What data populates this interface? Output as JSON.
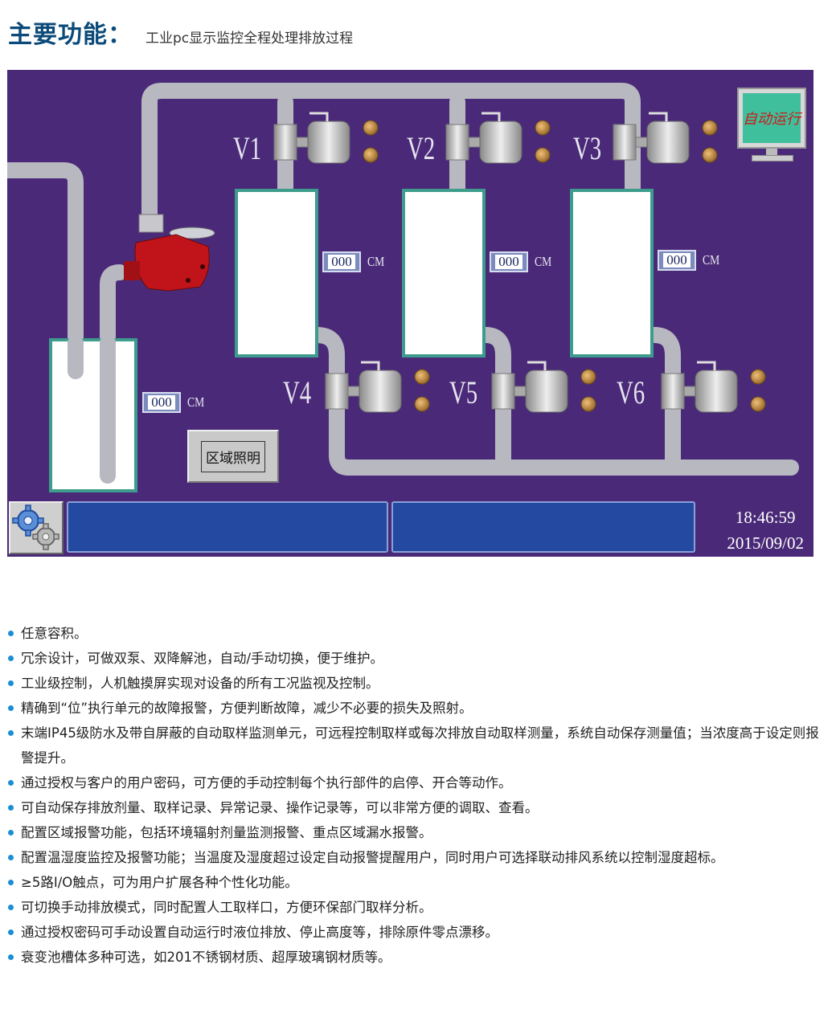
{
  "header": {
    "title": "主要功能：",
    "subtitle": "工业pc显示监控全程处理排放过程"
  },
  "scada": {
    "valves": [
      "V1",
      "V2",
      "V3",
      "V4",
      "V5",
      "V6"
    ],
    "readouts": [
      {
        "value": "000",
        "unit": "CM"
      },
      {
        "value": "000",
        "unit": "CM"
      },
      {
        "value": "000",
        "unit": "CM"
      },
      {
        "value": "000",
        "unit": "CM"
      }
    ],
    "monitor_label": "自动运行",
    "lighting_button": "区域照明",
    "time": "18:46:59",
    "date": "2015/09/02",
    "icons": [
      "gear-icon"
    ],
    "colors": {
      "background": "#4a2a78",
      "tank_border": "#3d9c8c",
      "status_panel": "#2349a0",
      "pump": "#c0141a"
    }
  },
  "features": [
    "任意容积。",
    "冗余设计，可做双泵、双降解池，自动/手动切换，便于维护。",
    "工业级控制，人机触摸屏实现对设备的所有工况监视及控制。",
    "精确到“位”执行单元的故障报警，方便判断故障，减少不必要的损失及照射。",
    "末端IP45级防水及带自屏蔽的自动取样监测单元，可远程控制取样或每次排放自动取样测量，系统自动保存测量值；当浓度高于设定则报警提升。",
    "通过授权与客户的用户密码，可方便的手动控制每个执行部件的启停、开合等动作。",
    "可自动保存排放剂量、取样记录、异常记录、操作记录等，可以非常方便的调取、查看。",
    "配置区域报警功能，包括环境辐射剂量监测报警、重点区域漏水报警。",
    "配置温湿度监控及报警功能；当温度及湿度超过设定自动报警提醒用户，同时用户可选择联动排风系统以控制湿度超标。",
    "≥5路I/O触点，可为用户扩展各种个性化功能。",
    "可切换手动排放模式，同时配置人工取样口，方便环保部门取样分析。",
    "通过授权密码可手动设置自动运行时液位排放、停止高度等，排除原件零点漂移。",
    "衰变池槽体多种可选，如201不锈钢材质、超厚玻璃钢材质等。"
  ]
}
